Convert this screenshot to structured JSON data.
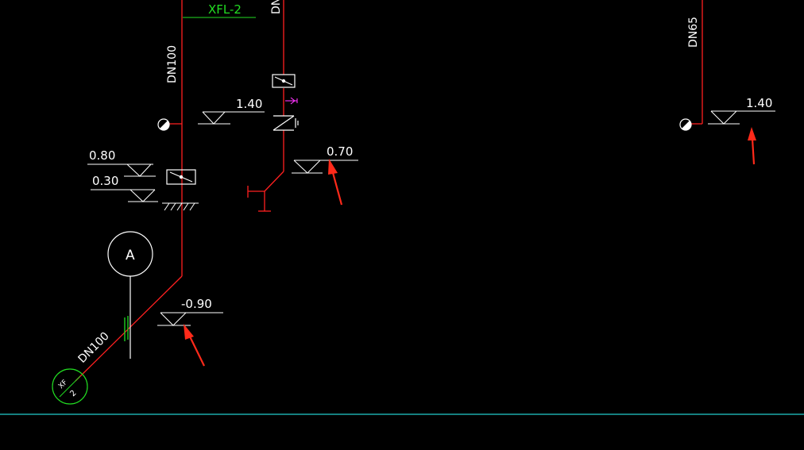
{
  "colors": {
    "background": "#000000",
    "pipe": "#ff2020",
    "annotation": "#ffffff",
    "label_green": "#22dd22",
    "magenta": "#ff33ff",
    "cyan": "#22cccc",
    "arrow": "#ff2a1a"
  },
  "labels": {
    "riser_tag": "XFL-2",
    "dn_left": "DN100",
    "dn_partial": "DN",
    "dn_right": "DN65",
    "dn_diag": "DN100",
    "circle_ref": "A",
    "green_circle_top": "XF",
    "green_circle_bottom": "2"
  },
  "elevations": {
    "left_upper": "1.40",
    "left_valve_a": "0.80",
    "left_valve_b": "0.30",
    "center": "0.70",
    "bottom": "-0.90",
    "right": "1.40"
  },
  "icons": [
    "globe-valve-icon",
    "check-valve-icon",
    "flow-arrow-icon",
    "ground-hatch-icon",
    "gate-valve-icon"
  ]
}
